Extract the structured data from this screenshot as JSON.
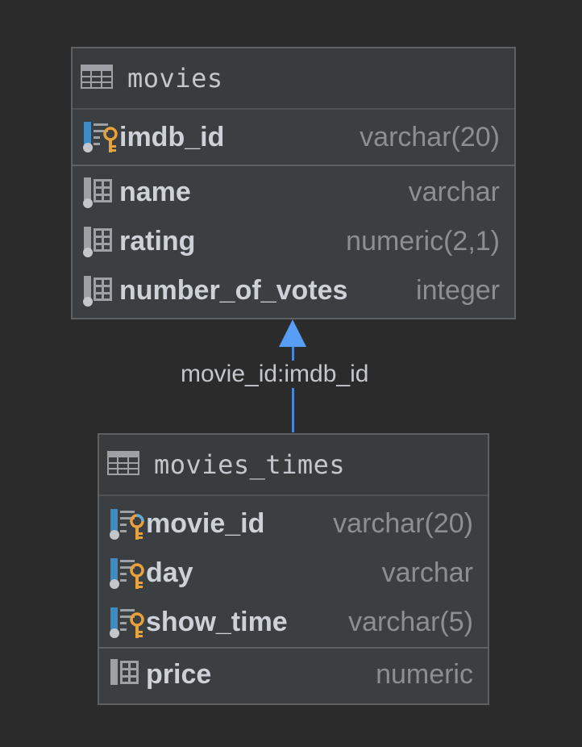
{
  "tables": {
    "movies": {
      "name": "movies",
      "primary_columns": [
        {
          "name": "imdb_id",
          "type": "varchar(20)",
          "icon": "primary-key-column-icon"
        }
      ],
      "columns": [
        {
          "name": "name",
          "type": "varchar",
          "icon": "column-icon"
        },
        {
          "name": "rating",
          "type": "numeric(2,1)",
          "icon": "column-icon"
        },
        {
          "name": "number_of_votes",
          "type": "integer",
          "icon": "column-icon"
        }
      ]
    },
    "movies_times": {
      "name": "movies_times",
      "primary_columns": [
        {
          "name": "movie_id",
          "type": "varchar(20)",
          "icon": "primary-foreign-key-column-icon"
        },
        {
          "name": "day",
          "type": "varchar",
          "icon": "primary-key-column-icon"
        },
        {
          "name": "show_time",
          "type": "varchar(5)",
          "icon": "primary-key-column-icon"
        }
      ],
      "columns": [
        {
          "name": "price",
          "type": "numeric",
          "icon": "column-icon"
        }
      ]
    }
  },
  "relationship": {
    "label": "movie_id:imdb_id",
    "from": "movies_times",
    "to": "movies"
  },
  "colors": {
    "background": "#2b2b2b",
    "table_body": "#3c3f41",
    "border": "#5e6062",
    "arrow": "#589df6",
    "key_gold": "#e8a23b",
    "key_blue": "#5eaad6",
    "column_icon_blue": "#3d8bc4"
  }
}
